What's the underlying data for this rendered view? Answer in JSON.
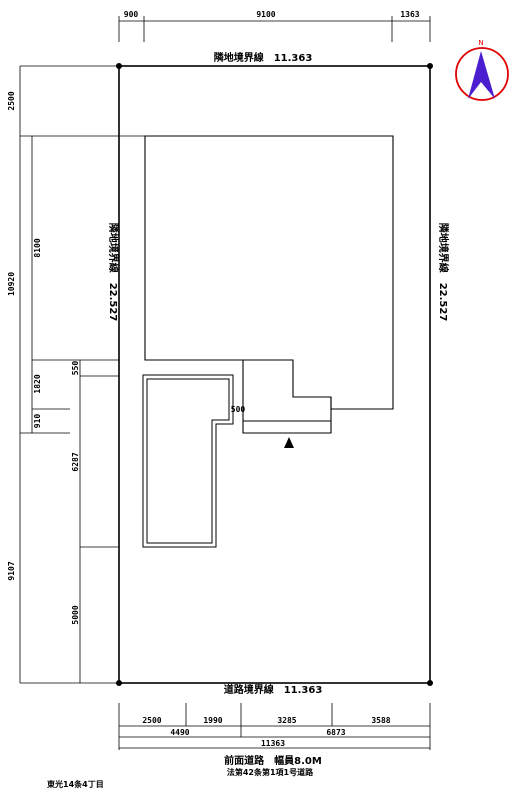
{
  "top_dims": {
    "left": "900",
    "middle": "9100",
    "right": "1363"
  },
  "left_dims": {
    "d2500": "2500",
    "d8100": "8100",
    "d10920": "10920",
    "d1820": "1820",
    "d910": "910",
    "d550": "550",
    "d6287": "6287",
    "d9107": "9107",
    "d5000": "5000"
  },
  "boundaries": {
    "top": "隣地境界線　11.363",
    "left": "隣地境界線　22.527",
    "right": "隣地境界線　22.527",
    "bottom": "道路境界線　11.363"
  },
  "inner_dim": "500",
  "bottom_dims": {
    "row1": [
      "2500",
      "1990",
      "3285",
      "3588"
    ],
    "row2_left": "4490",
    "row2_right": "6873",
    "total": "11363"
  },
  "road": {
    "line1": "前面道路　幅員8.0M",
    "line2": "法第42条第1項1号道路"
  },
  "location": "東光14条4丁目",
  "compass": {
    "label": "N",
    "ring_color": "#e00000",
    "arrow_color": "#4b1fd0"
  }
}
